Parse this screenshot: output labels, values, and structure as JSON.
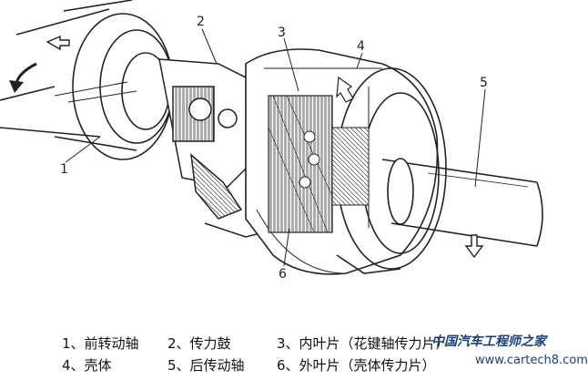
{
  "callouts": [
    "1",
    "2",
    "3",
    "4",
    "5",
    "6"
  ],
  "legend": {
    "row1": [
      "1、前转动轴",
      "2、传力鼓",
      "3、内叶片（花键轴传力片）"
    ],
    "row2": [
      "4、壳体",
      "5、后传动轴",
      "6、外叶片（壳体传力片）"
    ]
  },
  "watermark": {
    "brand": "中国汽车工程师之家",
    "url": "www.cartech8.com"
  }
}
